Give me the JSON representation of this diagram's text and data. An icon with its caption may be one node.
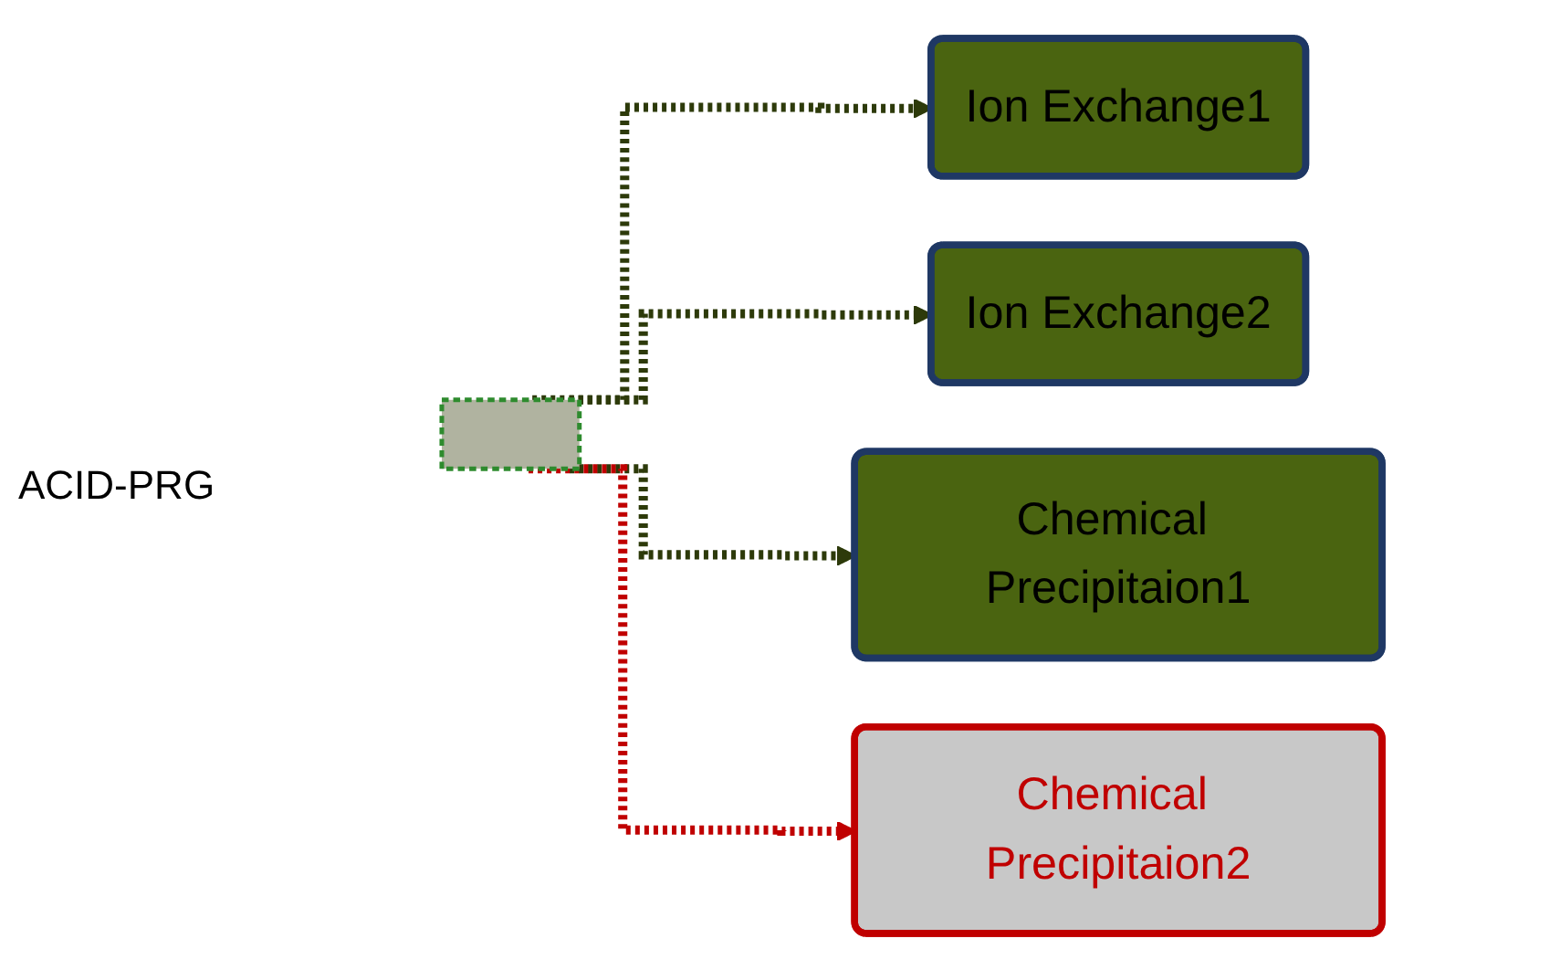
{
  "diagram": {
    "nodes": [
      {
        "text": [],
        "shape": "box"
      },
      {
        "text": [
          "Ion Exchange1"
        ]
      },
      {
        "text": [
          "Ion Exchange2"
        ]
      },
      {
        "text": [
          "Chemical Precipitaion1"
        ]
      },
      {
        "text": [
          "Chemical Precipitaion2"
        ]
      }
    ],
    "edges": [
      {
        "from": 0,
        "to": 1,
        "arrow": "to",
        "style": "dashed"
      },
      {
        "from": 0,
        "to": 2,
        "arrow": "to",
        "style": "dashed"
      },
      {
        "from": 0,
        "to": 3,
        "arrow": "to",
        "style": "dashed"
      },
      {
        "from": 0,
        "to": 4,
        "arrow": "to",
        "style": "dashed",
        "color": "#c00000"
      }
    ],
    "labels": [
      "ACID-PRG"
    ]
  }
}
